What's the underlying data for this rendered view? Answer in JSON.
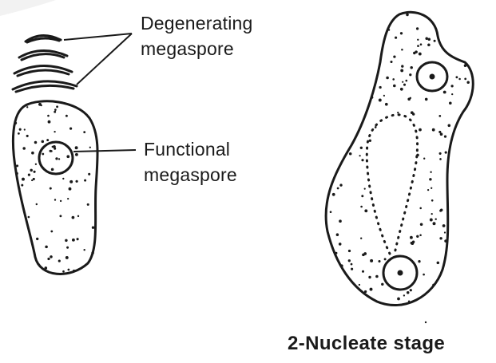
{
  "labels": {
    "degenerating_line1": "Degenerating",
    "degenerating_line2": "megaspore",
    "functional_line1": "Functional",
    "functional_line2": "megaspore",
    "stage_caption": "2-Nucleate stage"
  },
  "colors": {
    "ink": "#1a1a1a",
    "background": "#ffffff"
  }
}
